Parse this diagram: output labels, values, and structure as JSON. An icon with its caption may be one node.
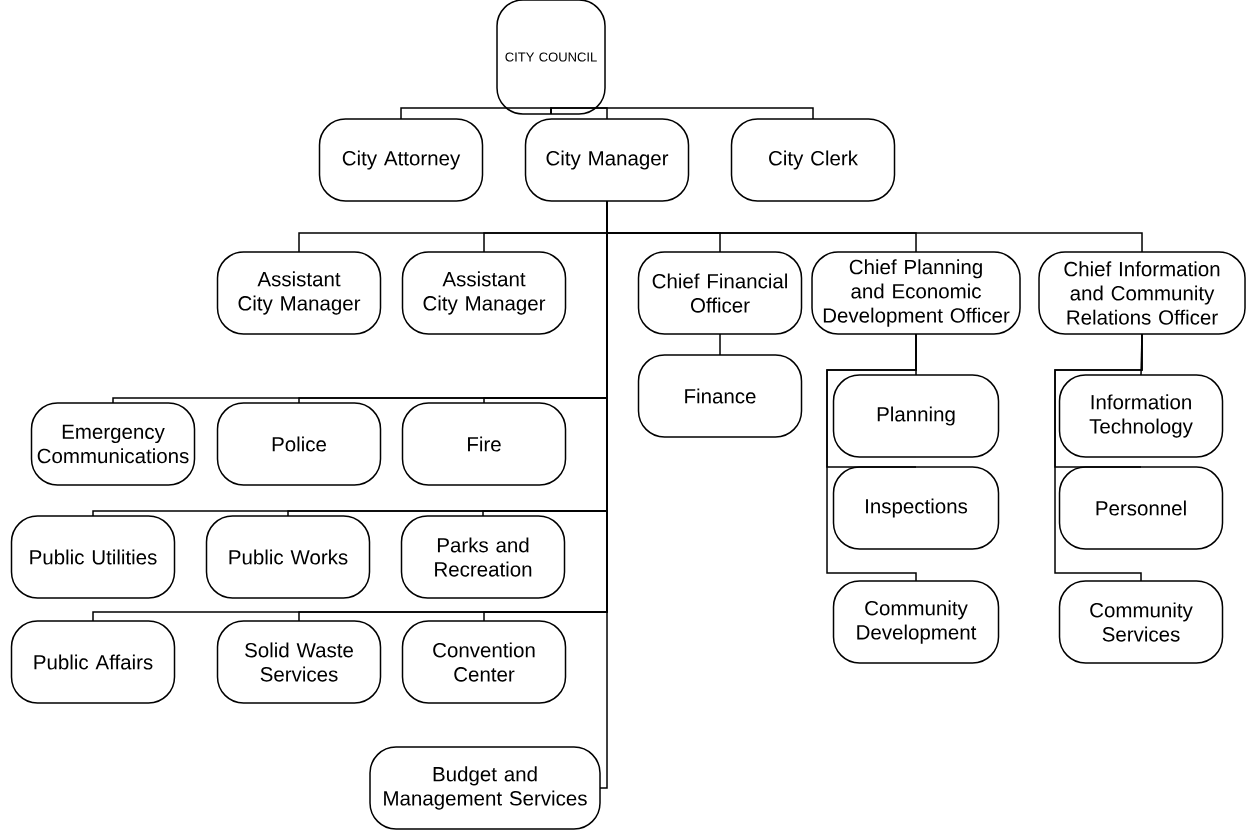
{
  "diagram": {
    "nodes": [
      {
        "text": [
          "CITY COUNCIL"
        ]
      },
      {
        "text": [
          "City Attorney"
        ]
      },
      {
        "text": [
          "City Manager"
        ]
      },
      {
        "text": [
          "City Clerk"
        ]
      },
      {
        "text": [
          "Assistant City Manager"
        ]
      },
      {
        "text": [
          "Assistant City Manager"
        ]
      },
      {
        "text": [
          "Chief Financial Officer"
        ]
      },
      {
        "text": [
          "Chief Planning and Economic Development Officer"
        ]
      },
      {
        "text": [
          "Chief Information and Community Relations Officer"
        ]
      },
      {
        "text": [
          "Finance"
        ]
      },
      {
        "text": [
          "Emergency Communications"
        ]
      },
      {
        "text": [
          "Police"
        ]
      },
      {
        "text": [
          "Fire"
        ]
      },
      {
        "text": [
          "Planning"
        ]
      },
      {
        "text": [
          "Inspections"
        ]
      },
      {
        "text": [
          "Community Development"
        ]
      },
      {
        "text": [
          "Information Technology"
        ]
      },
      {
        "text": [
          "Personnel"
        ]
      },
      {
        "text": [
          "Community Services"
        ]
      },
      {
        "text": [
          "Public Utilities"
        ]
      },
      {
        "text": [
          "Public Works"
        ]
      },
      {
        "text": [
          "Parks and Recreation"
        ]
      },
      {
        "text": [
          "Public Affairs"
        ]
      },
      {
        "text": [
          "Solid Waste Services"
        ]
      },
      {
        "text": [
          "Convention Center"
        ]
      },
      {
        "text": [
          "Budget and Management Services"
        ]
      }
    ],
    "edges": [
      {
        "from": 0,
        "to": 1,
        "arrow": "none"
      },
      {
        "from": 0,
        "to": 2,
        "arrow": "none"
      },
      {
        "from": 0,
        "to": 3,
        "arrow": "none"
      },
      {
        "from": 2,
        "to": 4,
        "arrow": "none"
      },
      {
        "from": 2,
        "to": 5,
        "arrow": "none"
      },
      {
        "from": 2,
        "to": 6,
        "arrow": "none"
      },
      {
        "from": 2,
        "to": 7,
        "arrow": "none"
      },
      {
        "from": 2,
        "to": 8,
        "arrow": "none"
      },
      {
        "from": 6,
        "to": 9,
        "arrow": "none"
      },
      {
        "from": 2,
        "to": 10,
        "arrow": "none"
      },
      {
        "from": 2,
        "to": 11,
        "arrow": "none"
      },
      {
        "from": 2,
        "to": 12,
        "arrow": "none"
      },
      {
        "from": 7,
        "to": 13,
        "arrow": "none"
      },
      {
        "from": 7,
        "to": 14,
        "arrow": "none"
      },
      {
        "from": 7,
        "to": 15,
        "arrow": "none"
      },
      {
        "from": 8,
        "to": 16,
        "arrow": "none"
      },
      {
        "from": 8,
        "to": 17,
        "arrow": "none"
      },
      {
        "from": 8,
        "to": 18,
        "arrow": "none"
      },
      {
        "from": 2,
        "to": 19,
        "arrow": "none"
      },
      {
        "from": 2,
        "to": 20,
        "arrow": "none"
      },
      {
        "from": 2,
        "to": 21,
        "arrow": "none"
      },
      {
        "from": 2,
        "to": 22,
        "arrow": "none"
      },
      {
        "from": 2,
        "to": 23,
        "arrow": "none"
      },
      {
        "from": 2,
        "to": 24,
        "arrow": "none"
      },
      {
        "from": 2,
        "to": 25,
        "arrow": "none"
      }
    ]
  }
}
